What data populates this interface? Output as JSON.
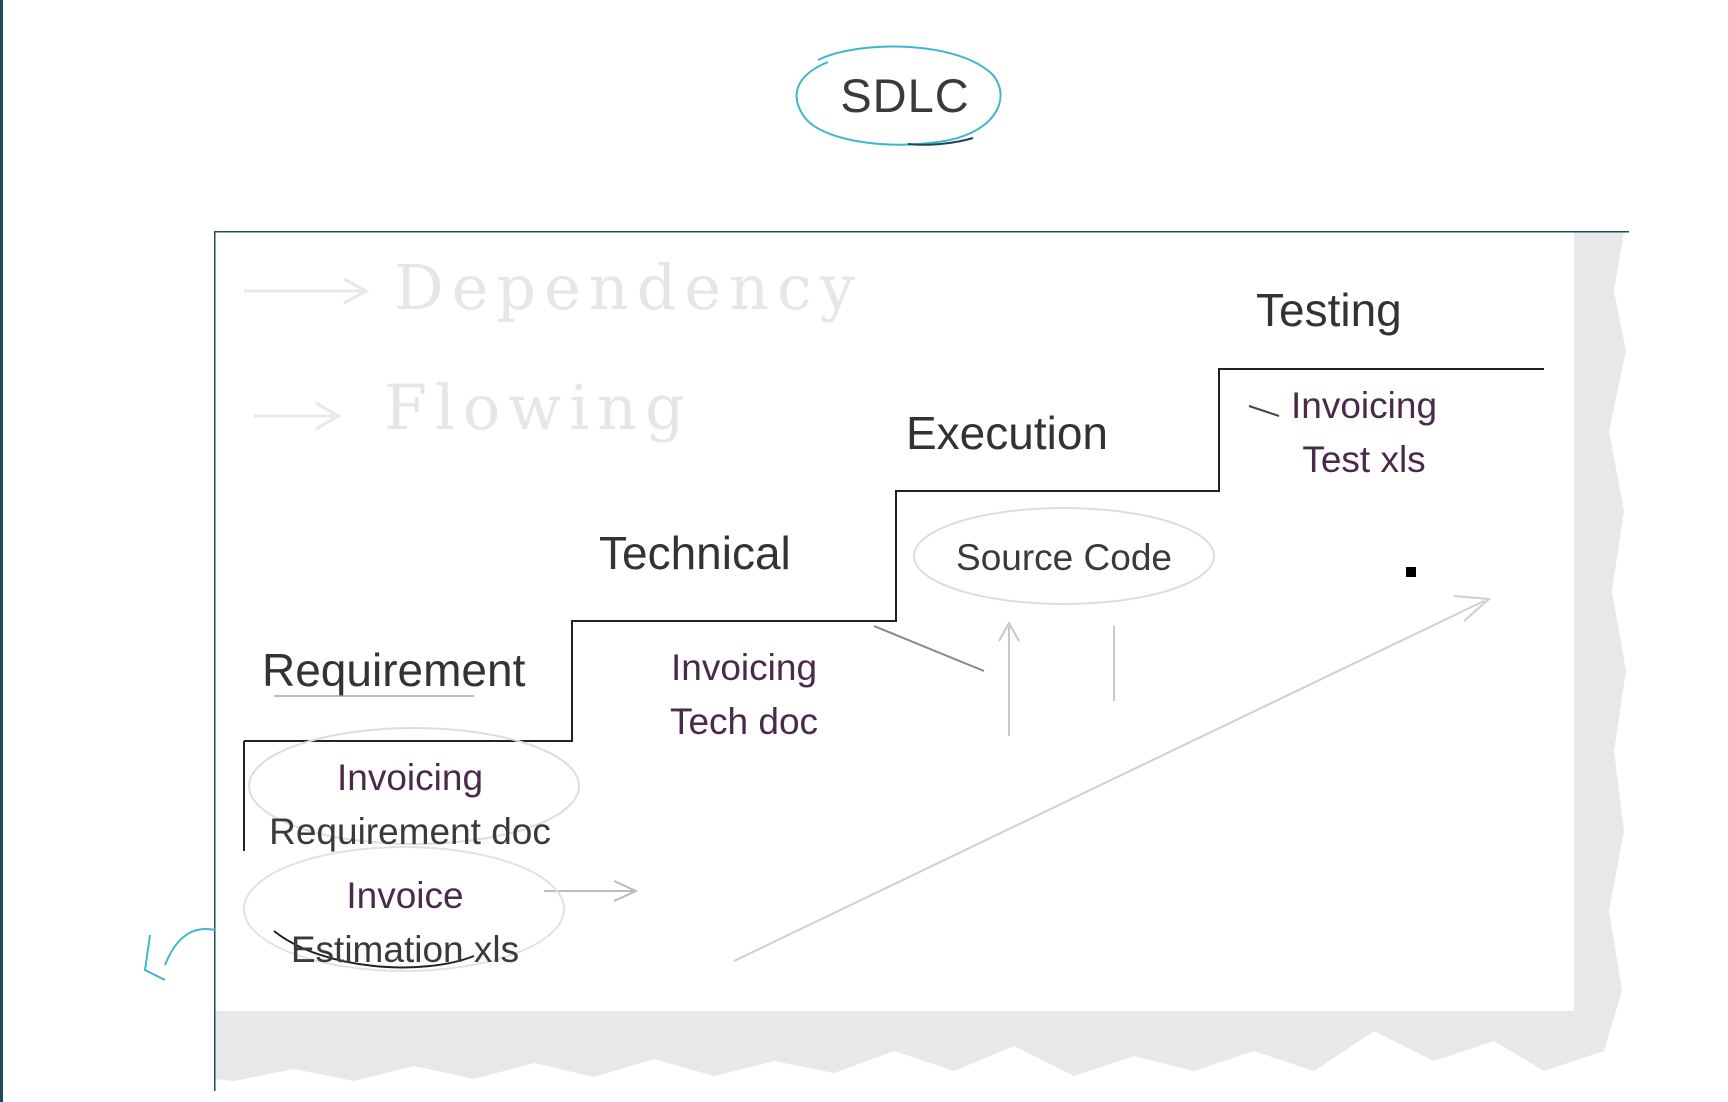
{
  "title": "SDLC",
  "annotations": {
    "line1": "Dependency",
    "line2": "Flowing"
  },
  "stages": {
    "requirement": "Requirement",
    "technical": "Technical",
    "execution": "Execution",
    "testing": "Testing"
  },
  "deliverables": {
    "req_doc_line1": "Invoicing",
    "req_doc_line2": "Requirement doc",
    "estimation_line1": "Invoice",
    "estimation_line2": "Estimation xls",
    "tech_doc_line1": "Invoicing",
    "tech_doc_line2": "Tech doc",
    "source_code": "Source Code",
    "test_line1": "Invoicing",
    "test_line2": "Test xls"
  },
  "colors": {
    "title_ink": "#1d4750",
    "ellipse_ink": "#3fb6d0",
    "frame_border": "#1f4e5a",
    "stair_line": "#222222"
  }
}
